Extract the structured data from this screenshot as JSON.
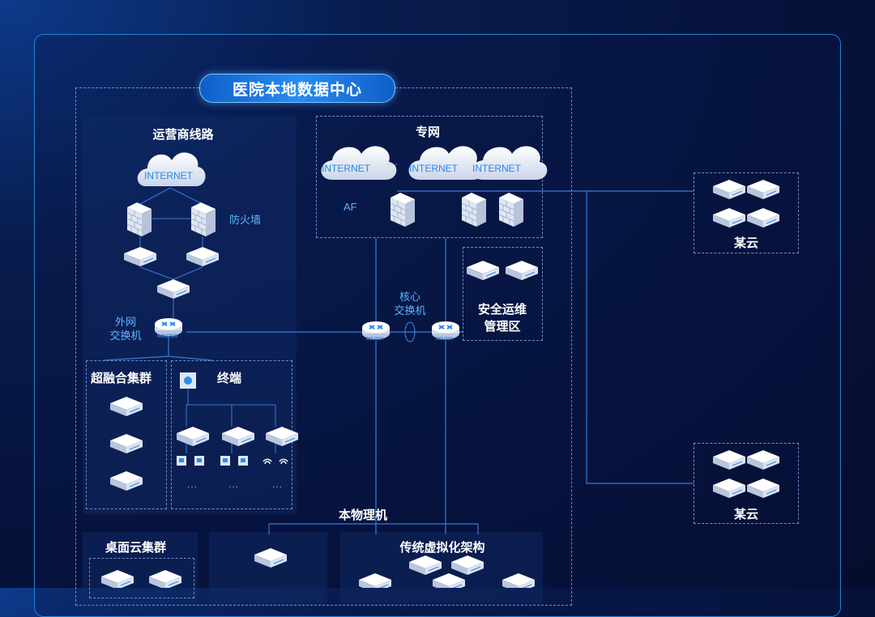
{
  "title": "医院本地数据中心",
  "operator": {
    "label": "运营商线路",
    "cloud_text": "INTERNET",
    "firewall_label": "防火墙",
    "switch_label_line1": "外网",
    "switch_label_line2": "交换机"
  },
  "private_network": {
    "label": "专网",
    "clouds": [
      "INTERNET",
      "INTERNET",
      "INTERNET"
    ],
    "ellipsis": "···",
    "af_label": "AF"
  },
  "core_switch": {
    "line1": "核心",
    "line2": "交换机"
  },
  "router_text": "ROUTER",
  "security_zone": {
    "line1": "安全运维",
    "line2": "管理区"
  },
  "cloud_groups": [
    {
      "label": "某云"
    },
    {
      "label": "某云"
    }
  ],
  "hyper_cluster": {
    "label": "超融合集群"
  },
  "terminal": {
    "label": "终端",
    "ellipsis": [
      "...",
      "...",
      "..."
    ]
  },
  "physical": {
    "label": "本物理机"
  },
  "desktop_cluster": {
    "label": "桌面云集群"
  },
  "traditional_virtual": {
    "label": "传统虚拟化架构"
  },
  "colors": {
    "accent": "#2a8cf0",
    "line": "#3a7bd5",
    "frame": "#2c7fd0",
    "cloud_text": "#2b86e0"
  }
}
